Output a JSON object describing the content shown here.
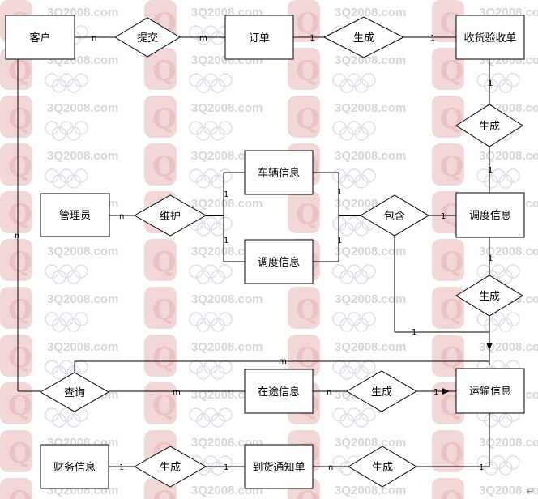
{
  "watermark": {
    "text": "3Q2008.com"
  },
  "entities": {
    "customer": "客户",
    "order": "订单",
    "receipt_check": "收货验收单",
    "admin": "管理员",
    "vehicle_info": "车辆信息",
    "dispatch_info_inner": "调度信息",
    "dispatch_info": "调度信息",
    "transport_info": "运输信息",
    "in_transit_info": "在途信息",
    "finance_info": "财务信息",
    "arrival_notice": "到货通知单"
  },
  "relationships": {
    "submit": "提交",
    "generate_1": "生成",
    "generate_2": "生成",
    "maintain": "维护",
    "contain": "包含",
    "generate_3": "生成",
    "query": "查询",
    "generate_4": "生成",
    "generate_5": "生成",
    "generate_6": "生成"
  },
  "cardinalities": {
    "c1": "n",
    "c2": "m",
    "c3": "1",
    "c4": "1",
    "c5": "1",
    "c6": "1",
    "c7": "n",
    "c8": "1",
    "c9": "1",
    "c10": "1",
    "c11": "1",
    "c12": "1",
    "c13": "1",
    "c14": "1",
    "c15": "n",
    "c16": "m",
    "c17": "m",
    "c18": "n",
    "c19": "1",
    "c20": "1",
    "c21": "1",
    "c22": "n",
    "c23": "1"
  },
  "return_mark": "↵"
}
